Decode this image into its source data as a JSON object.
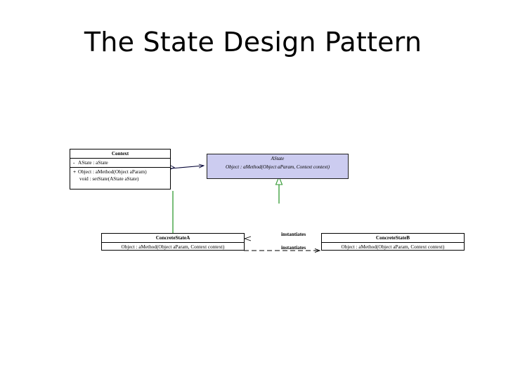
{
  "slide": {
    "title": "The State Design Pattern",
    "background_color": "#ffffff"
  },
  "diagram": {
    "type": "uml-class-diagram",
    "abstract_fill_color": "#ccccf0",
    "generalization_color": "#339933",
    "association_color": "#000033",
    "classes": {
      "context": {
        "name": "Context",
        "attributes": [
          {
            "visibility": "-",
            "text": "AState : aState"
          }
        ],
        "operations": [
          {
            "visibility": "+",
            "text": "Object : aMethod(Object aParam)"
          },
          {
            "visibility": "",
            "text": "void : setState(AState aState)"
          }
        ]
      },
      "astate": {
        "name": "AState",
        "stereotype": "abstract",
        "operations": [
          {
            "visibility": "",
            "text": "Object : aMethod(Object aParam, Context context)"
          }
        ]
      },
      "concrete_a": {
        "name": "ConcreteStateA",
        "operations": [
          {
            "visibility": "",
            "text": "Object : aMethod(Object aParam, Context context)"
          }
        ]
      },
      "concrete_b": {
        "name": "ConcreteStateB",
        "operations": [
          {
            "visibility": "",
            "text": "Object : aMethod(Object aParam, Context context)"
          }
        ]
      }
    },
    "relations": {
      "context_to_astate": {
        "kind": "association",
        "label": ""
      },
      "concrete_a_generalization": {
        "kind": "generalization",
        "label": ""
      },
      "concrete_b_generalization": {
        "kind": "generalization",
        "label": ""
      },
      "instantiates_upper": {
        "kind": "dependency-label",
        "label": "instantiates"
      },
      "instantiates_lower": {
        "kind": "dependency-label",
        "label": "instantiates"
      }
    }
  }
}
